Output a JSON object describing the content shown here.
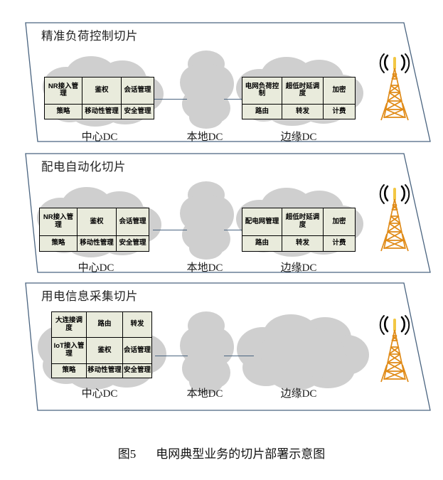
{
  "figure": {
    "caption_number": "图5",
    "caption_text": "电网典型业务的切片部署示意图"
  },
  "colors": {
    "panel_border": "#4A6480",
    "cloud_fill": "#CFCFCF",
    "table_fill": "#E9EBDC",
    "table_border": "#000000",
    "tower": "#E08A16",
    "link": "#4A6480",
    "text": "#1a1a1a"
  },
  "dc_labels": {
    "center": "中心DC",
    "local": "本地DC",
    "edge": "边缘DC"
  },
  "slices": [
    {
      "id": "precise-load-control",
      "title": "精准负荷控制切片",
      "center_table": {
        "columns": 3,
        "rows": [
          [
            "NR接入管理",
            "鉴权",
            "会话管理"
          ],
          [
            "策略",
            "移动性管理",
            "安全管理"
          ]
        ]
      },
      "edge_table": {
        "columns": 3,
        "rows": [
          [
            "电网负荷控制",
            "超低时延调度",
            "加密"
          ],
          [
            "路由",
            "转发",
            "计费"
          ]
        ]
      }
    },
    {
      "id": "distribution-automation",
      "title": "配电自动化切片",
      "center_table": {
        "columns": 3,
        "rows": [
          [
            "NR接入管理",
            "鉴权",
            "会话管理"
          ],
          [
            "策略",
            "移动性管理",
            "安全管理"
          ]
        ]
      },
      "edge_table": {
        "columns": 3,
        "rows": [
          [
            "配电网管理",
            "超低时延调度",
            "加密"
          ],
          [
            "路由",
            "转发",
            "计费"
          ]
        ]
      }
    },
    {
      "id": "power-consumption-info-collection",
      "title": "用电信息采集切片",
      "center_table": {
        "columns": 3,
        "rows": [
          [
            "大连接调度",
            "路由",
            "转发"
          ],
          [
            "IoT接入管理",
            "鉴权",
            "会话管理"
          ],
          [
            "策略",
            "移动性管理",
            "安全管理"
          ]
        ]
      },
      "edge_table": null
    }
  ]
}
